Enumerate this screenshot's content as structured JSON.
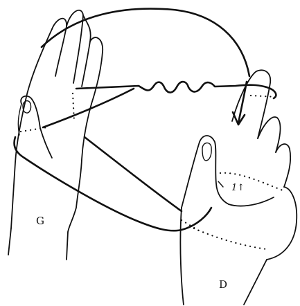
{
  "labels": {
    "left_hand": "G",
    "right_hand": "D",
    "loop_marker": "1↑"
  },
  "colors": {
    "ink": "#111111",
    "paper": "#ffffff"
  }
}
